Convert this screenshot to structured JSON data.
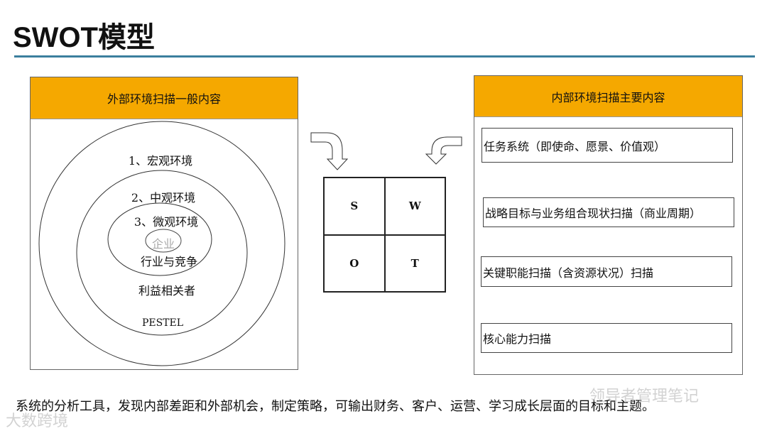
{
  "title": "SWOT模型",
  "external": {
    "header": "外部环境扫描一般内容",
    "labels": [
      "1、宏观环境",
      "2、中观环境",
      "3、微观环境",
      "企业",
      "行业与竞争",
      "利益相关者",
      "PESTEL"
    ]
  },
  "swot": {
    "s": "S",
    "w": "W",
    "o": "O",
    "t": "T"
  },
  "internal": {
    "header": "内部环境扫描主要内容",
    "items": [
      "任务系统（即使命、愿景、价值观）",
      "战略目标与业务组合现状扫描（商业周期）",
      "关键职能扫描（含资源状况）扫描",
      "核心能力扫描"
    ]
  },
  "footer": "系统的分析工具，发现内部差距和外部机会，制定策略，可输出财务、客户、运营、学习成长层面的目标和主题。",
  "watermarks": [
    "大数跨境",
    "领导者管理笔记"
  ],
  "colors": {
    "header": "#f5a800",
    "rule": "#3b7f9e"
  }
}
